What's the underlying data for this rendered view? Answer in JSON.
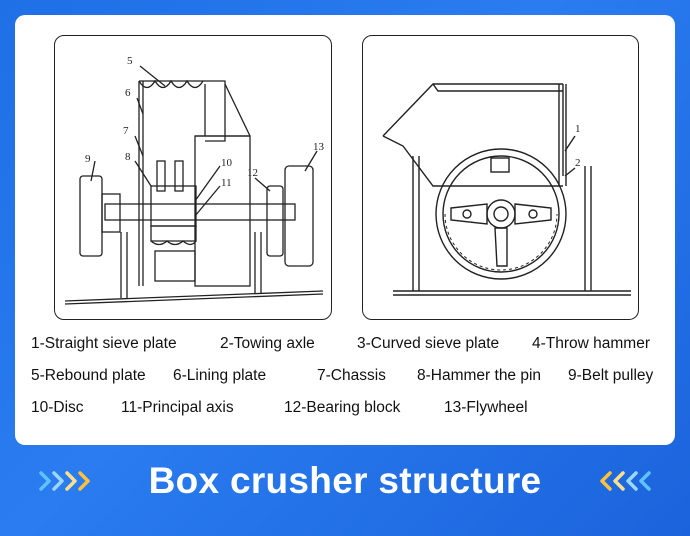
{
  "title": "Box crusher structure",
  "colors": {
    "background": "#2273ea",
    "card": "#ffffff",
    "chevron_light": "#5fc3ff",
    "chevron_mid": "#9cd7ff",
    "chevron_gold": "#ffc23a"
  },
  "diagram_left": {
    "callouts": [
      "5",
      "6",
      "7",
      "8",
      "9",
      "10",
      "11",
      "12",
      "13"
    ]
  },
  "diagram_right": {
    "callouts": [
      "1",
      "2"
    ]
  },
  "legend": {
    "row1": [
      "1-Straight sieve plate",
      "2-Towing axle",
      "3-Curved sieve plate",
      "4-Throw hammer"
    ],
    "row2": [
      "5-Rebound plate",
      "6-Lining plate",
      "7-Chassis",
      "8-Hammer the pin",
      "9-Belt pulley"
    ],
    "row3": [
      "10-Disc",
      "11-Principal axis",
      "12-Bearing block",
      "13-Flywheel"
    ]
  }
}
